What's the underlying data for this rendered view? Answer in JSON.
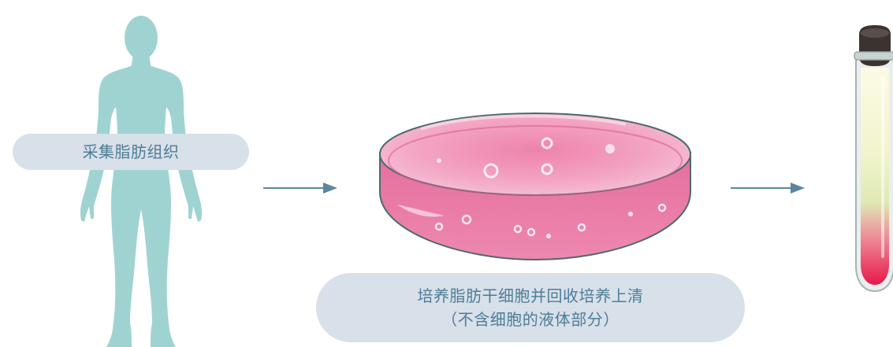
{
  "steps": [
    {
      "label": "采集脂肪组织"
    },
    {
      "line1": "培养脂肪干细胞并回收培养上清",
      "line2": "（不含细胞的液体部分）"
    }
  ],
  "colors": {
    "human": "#9fd3d1",
    "pill_bg": "#d8e0e9",
    "pill_text": "#4d7d97",
    "arrow": "#5d869e",
    "dish_pink": "#ea7aa6",
    "dish_rim": "#4a6b6b",
    "tube_red": "#e6184a",
    "tube_cap": "#3b3330"
  },
  "icons": [
    "human-body-icon",
    "petri-dish-icon",
    "test-tube-icon",
    "arrow-right-icon"
  ]
}
